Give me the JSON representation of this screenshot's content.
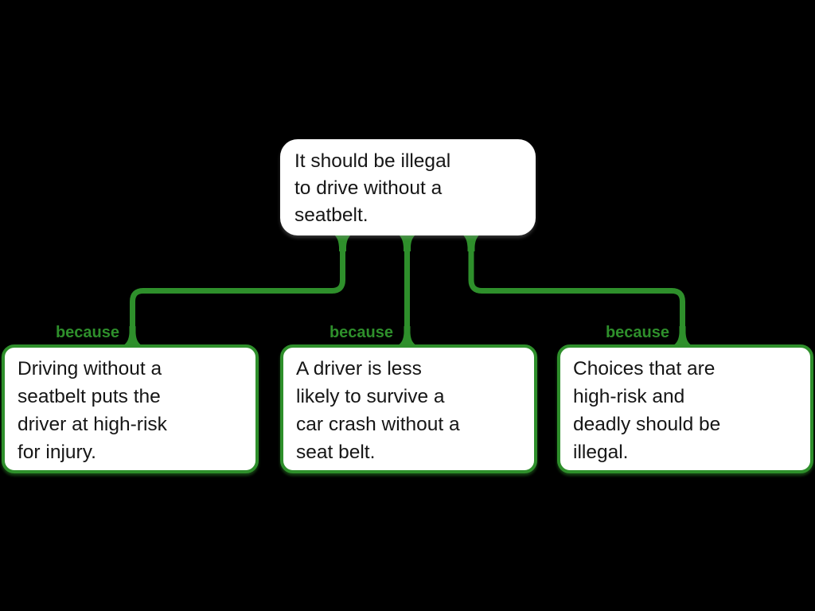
{
  "colors": {
    "background": "#000000",
    "connector": "#2e8f2b",
    "box_fill": "#ffffff",
    "box_border": "#2e8f2b",
    "text": "#161616",
    "label": "#2e8f2b"
  },
  "claim": {
    "text": "It should be illegal\nto drive without a\nseatbelt."
  },
  "reasons": [
    {
      "label": "because",
      "text": "Driving without a\nseatbelt puts the\ndriver at high-risk\nfor injury."
    },
    {
      "label": "because",
      "text": "A driver is less\nlikely to survive a\ncar crash without a\nseat belt."
    },
    {
      "label": "because",
      "text": "Choices that are\nhigh-risk and\ndeadly should be\nillegal."
    }
  ]
}
